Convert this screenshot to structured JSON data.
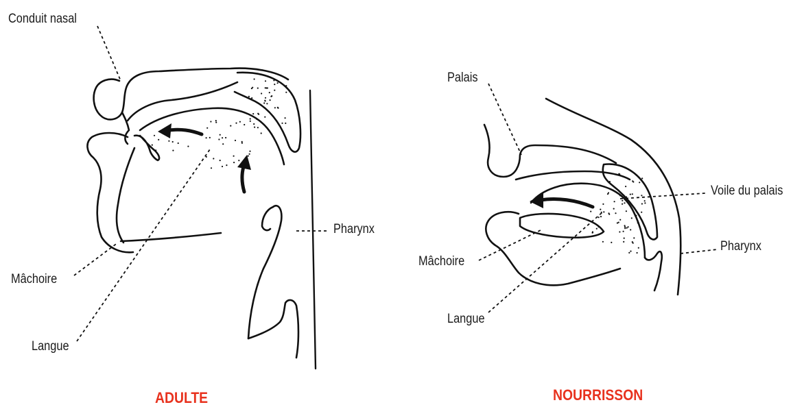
{
  "colors": {
    "ink": "#111111",
    "caption": "#e8321e"
  },
  "adult": {
    "caption": "ADULTE",
    "labels": {
      "nasal": "Conduit nasal",
      "pharynx": "Pharynx",
      "jaw": "Mâchoire",
      "tongue": "Langue"
    }
  },
  "infant": {
    "caption": "NOURRISSON",
    "labels": {
      "palate": "Palais",
      "soft_palate": "Voile du palais",
      "pharynx": "Pharynx",
      "jaw": "Mâchoire",
      "tongue": "Langue"
    }
  }
}
